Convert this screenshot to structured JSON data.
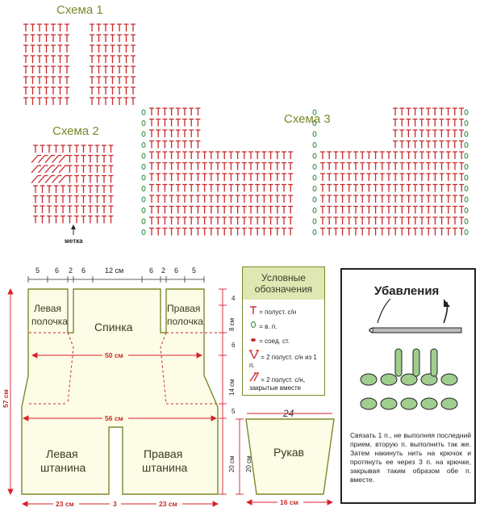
{
  "schemes": {
    "s1_title": "Схема 1",
    "s2_title": "Схема 2",
    "s3_title": "Схема 3",
    "mark_label": "метка"
  },
  "pattern": {
    "top_dims": [
      "5",
      "6",
      "2",
      "6",
      "12 см",
      "6",
      "2",
      "6",
      "5"
    ],
    "pieces": {
      "left_front": [
        "Левая",
        "полочка"
      ],
      "right_front": [
        "Правая",
        "полочка"
      ],
      "back": "Спинка",
      "left_leg": [
        "Левая",
        "штанина"
      ],
      "right_leg": [
        "Правая",
        "штанина"
      ],
      "sleeve": "Рукав"
    },
    "widths": {
      "w50": "50 см",
      "w56": "56 см",
      "bottom_left": "23 см",
      "crotch": "3",
      "bottom_right": "23 см",
      "sleeve_bottom": "16 см",
      "sleeve_top_handwritten": "24"
    },
    "heights": {
      "total": "57 см",
      "h4": "4",
      "h8": "8 см",
      "h6": "6",
      "h14": "14 см",
      "h5": "5",
      "h20": "20 см",
      "sleeve_h": "20 см"
    }
  },
  "legend": {
    "title_line1": "Условные",
    "title_line2": "обозначения",
    "items": [
      {
        "symbol": "half-double-crochet-icon",
        "text": "= полуст. с/н"
      },
      {
        "symbol": "chain-loop-icon",
        "text": "= в. п."
      },
      {
        "symbol": "slip-stitch-icon",
        "text": "= соед. ст."
      },
      {
        "symbol": "increase-icon",
        "text": "= 2 полуст. с/н из 1 п."
      },
      {
        "symbol": "decrease-icon",
        "text": "= 2 полуст. с/н, закрытые вместе"
      }
    ]
  },
  "decrease": {
    "title": "Убавления",
    "text": "Связать 1 п., не выполняя последний прием, вторую п. выполнить так же. Затем накинуть нить на крючок и протянуть ее через 3 п. на крючке, закрывая таким образом обе п. вместе."
  },
  "colors": {
    "stitch_red": "#c8282a",
    "loop_green": "#2d8a3a",
    "outline": "#7b8a2a",
    "dim_red": "#d8202a",
    "title": "#7a8a2a",
    "yarn": "#9fce8f"
  }
}
